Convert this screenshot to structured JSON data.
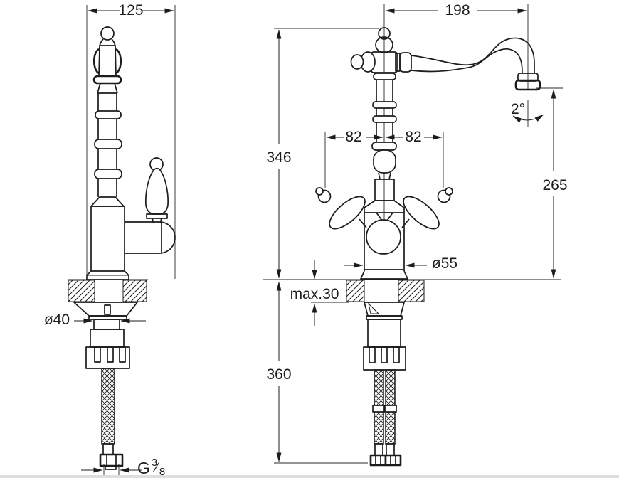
{
  "dimensions": {
    "overall_depth": "125",
    "spout_reach": "198",
    "total_height": "346",
    "outlet_height": "265",
    "handle_left": "82",
    "handle_right": "82",
    "swivel_angle": "2°",
    "body_diameter": "ø55",
    "shank_diameter": "ø40",
    "deck_max": "max.30",
    "hose_drop": "360",
    "thread_prefix": "G",
    "thread_numerator": "3",
    "thread_slash": "⁄",
    "thread_denominator": "8"
  },
  "colors": {
    "line": "#1c1c1c",
    "background": "#ffffff",
    "bottom_strip": "#dcdfe1"
  }
}
